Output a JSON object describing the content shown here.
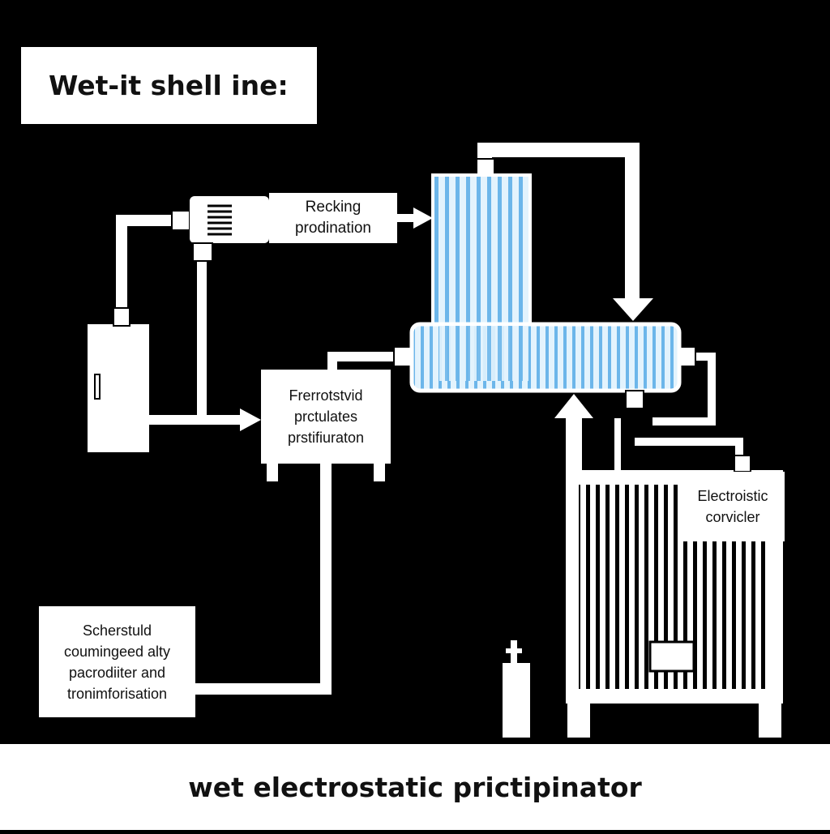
{
  "title": "Wet-it shell ine:",
  "labels": {
    "recking": [
      "Recking",
      "prodination"
    ],
    "frerrotstvid": [
      "Frerrotstvid",
      "prctulates",
      "prstifiuraton"
    ],
    "electroistic": [
      "Electroistic",
      "corvicler"
    ],
    "scherstuld": [
      "Scherstuld",
      "coumingeed alty",
      "pacrodiiter and",
      "tronimforisation"
    ]
  },
  "caption": "wet electrostatic prictipinator",
  "colors": {
    "background": "#000000",
    "line": "#ffffff",
    "electrode_fill": "#cfe9fb",
    "electrode_stripe": "#5aa9e6"
  },
  "icons": [
    "vent-grille-icon",
    "arrow-right-icon",
    "arrow-down-icon",
    "arrow-up-icon",
    "gas-cylinder-icon"
  ]
}
